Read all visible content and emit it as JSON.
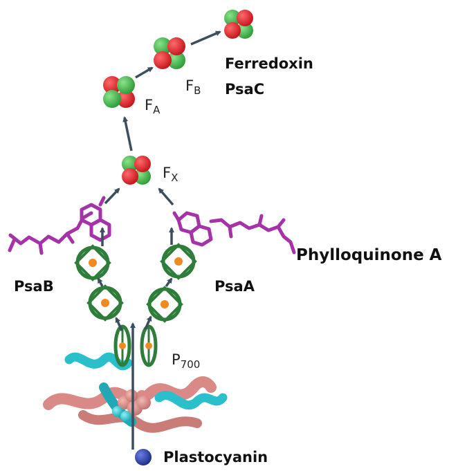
{
  "labels": {
    "ferredoxin": "Ferredoxin",
    "psac": "PsaC",
    "phylloquinone": "Phylloquinone A",
    "psab": "PsaB",
    "psaa": "PsaA",
    "plastocyanin": "Plastocyanin",
    "fa": {
      "main": "F",
      "sub": "A"
    },
    "fb": {
      "main": "F",
      "sub": "B"
    },
    "fx": {
      "main": "F",
      "sub": "X"
    },
    "p700": {
      "main": "P",
      "sub": "700"
    }
  },
  "colors": {
    "cluster_red": "#e01e1e",
    "cluster_green": "#3fb83f",
    "chlorophyll": "#2e7d3a",
    "iron_center": "#f08a1e",
    "phylloquinone": "#a532a8",
    "helix_cyan": "#2bbfcc",
    "helix_pink": "#d98a86",
    "arrow": "#3d4f5c",
    "plastocyanin": "#2538a0"
  }
}
